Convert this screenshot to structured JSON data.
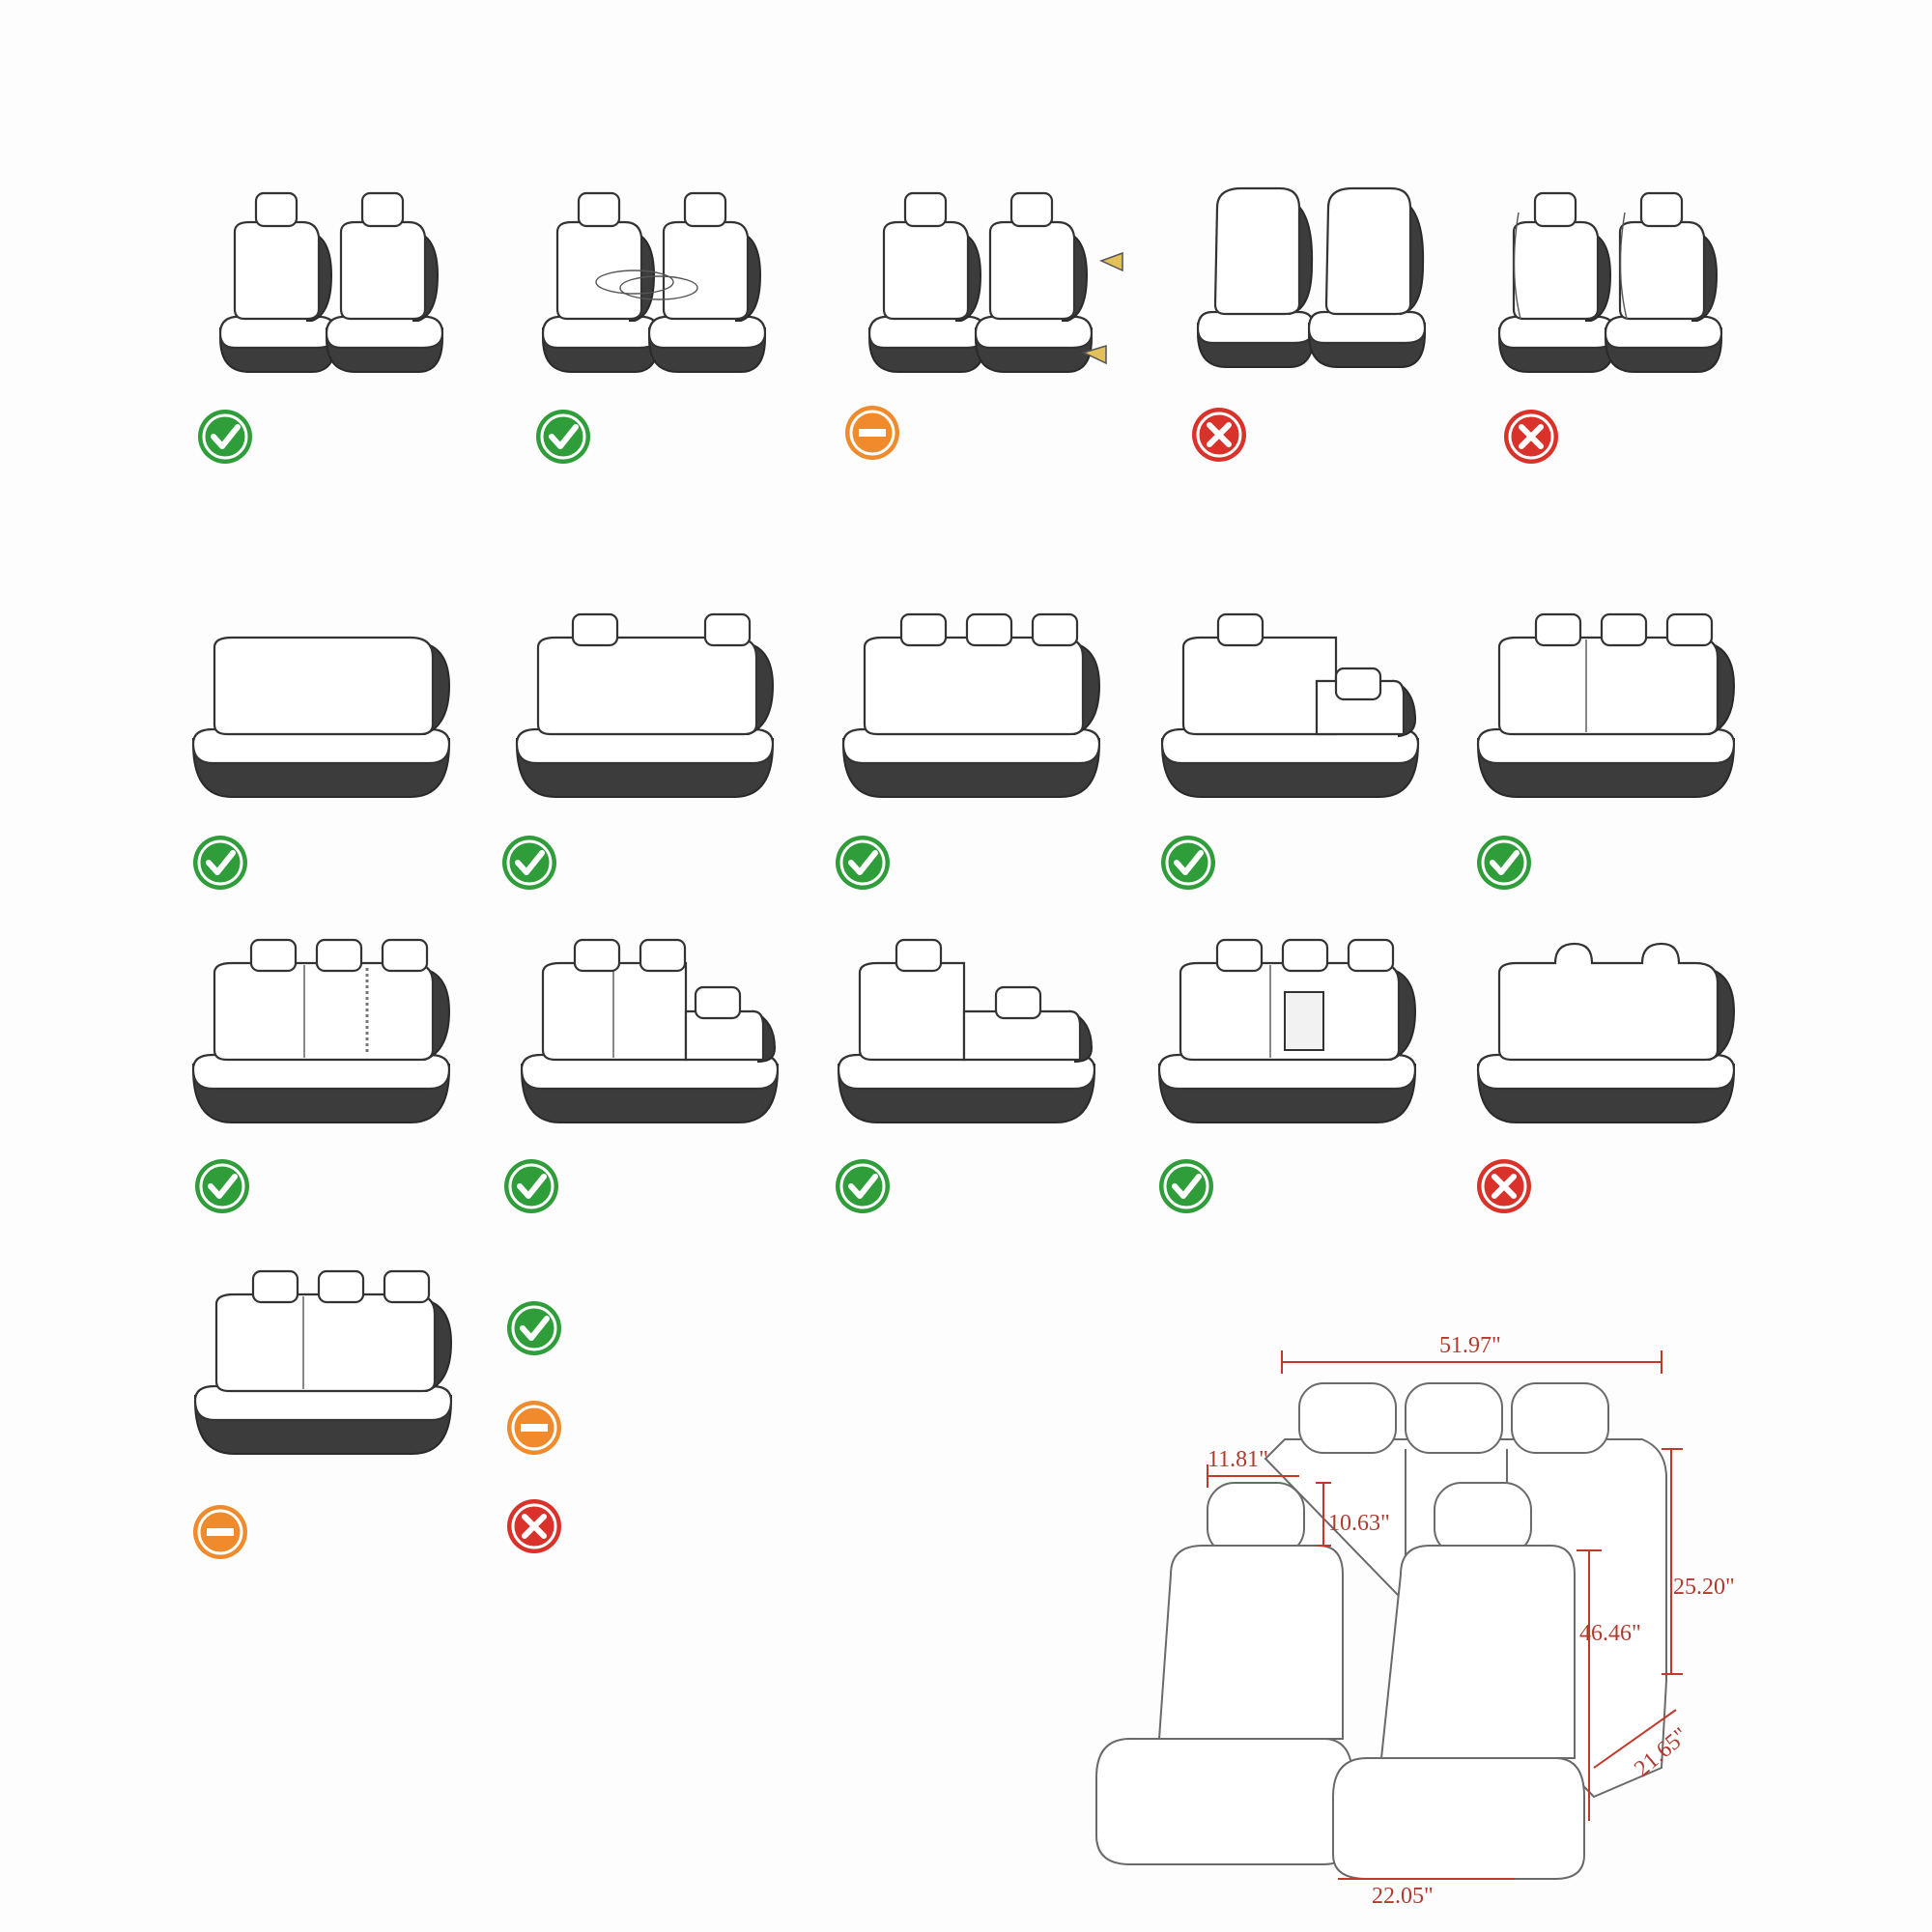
{
  "colors": {
    "ok": "#2e9d3a",
    "partial": "#ef8b2c",
    "no": "#d9322b",
    "seat_outline": "#333333",
    "seat_fill_dark": "#3c3c3c",
    "dimension": "#c0392b"
  },
  "compatibility_grid": [
    {
      "variant": "front-pair-basic",
      "status": "ok"
    },
    {
      "variant": "front-pair-armrest",
      "status": "ok"
    },
    {
      "variant": "front-pair-side-airbag",
      "status": "partial"
    },
    {
      "variant": "front-pair-integrated-headrest",
      "status": "no"
    },
    {
      "variant": "front-pair-sport-bolster",
      "status": "no"
    },
    {
      "variant": "rear-bench-no-headrest",
      "status": "ok"
    },
    {
      "variant": "rear-bench-2-headrests",
      "status": "ok"
    },
    {
      "variant": "rear-bench-3-headrests",
      "status": "ok"
    },
    {
      "variant": "rear-bench-split-one-headrest",
      "status": "ok"
    },
    {
      "variant": "rear-bench-3-headrests-split",
      "status": "ok"
    },
    {
      "variant": "rear-bench-zipper-split",
      "status": "ok"
    },
    {
      "variant": "rear-bench-60-40-split",
      "status": "ok"
    },
    {
      "variant": "rear-bench-40-60-split",
      "status": "ok"
    },
    {
      "variant": "rear-bench-armrest-center",
      "status": "ok"
    },
    {
      "variant": "rear-bench-integrated-headrests",
      "status": "no"
    },
    {
      "variant": "rear-bench-mixed",
      "status": "partial",
      "extra_status": [
        "ok",
        "partial",
        "no"
      ]
    }
  ],
  "dimensions": {
    "total_width": "51.97\"",
    "headrest_width": "11.81\"",
    "headrest_height": "10.63\"",
    "rear_back_height": "25.20\"",
    "front_back_height": "46.46\"",
    "seat_depth": "21.65\"",
    "seat_width": "22.05\""
  }
}
